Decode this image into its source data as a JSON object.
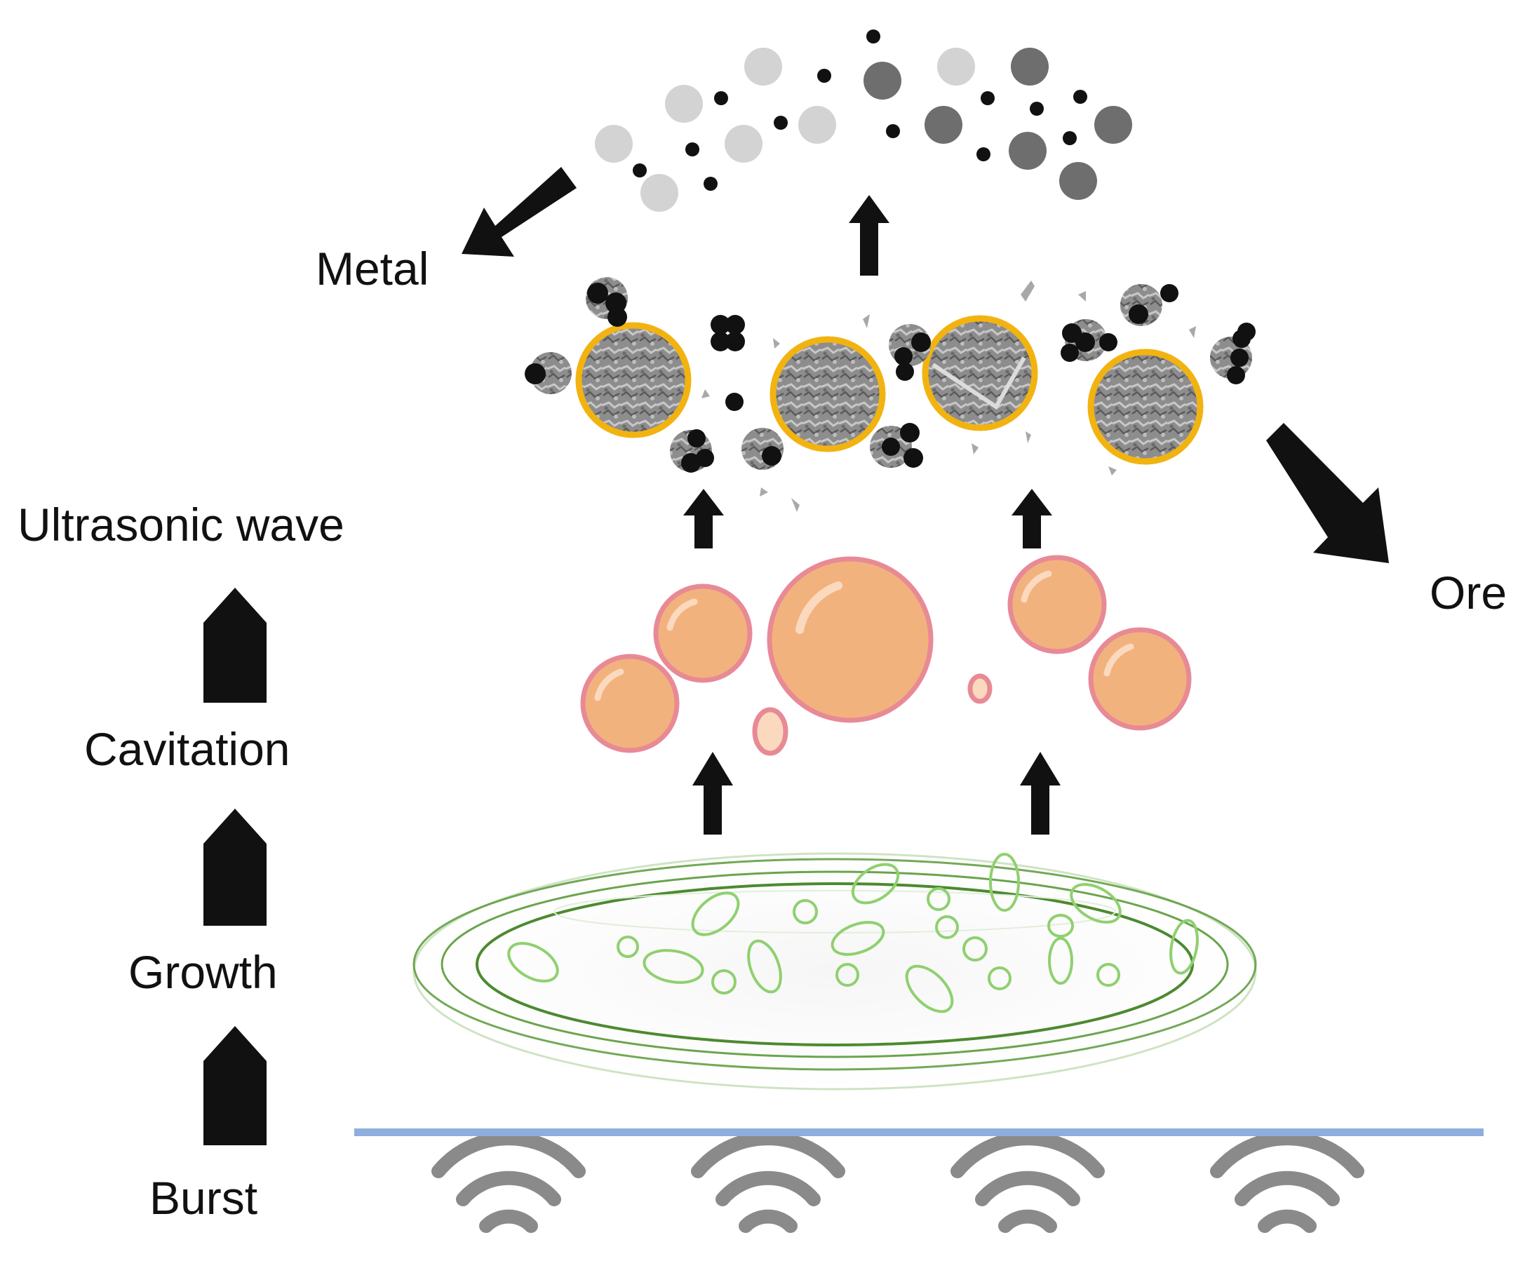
{
  "labels": {
    "ultrasonic": "Ultrasonic wave",
    "cavitation": "Cavitation",
    "growth": "Growth",
    "burst": "Burst",
    "metal": "Metal",
    "ore": "Ore"
  },
  "colors": {
    "arrow": "#111111",
    "bubble_fill": "#f2b27e",
    "bubble_stroke": "#e88a95",
    "ring_highlight": "#f2b311",
    "ore_rock": "#8a8a8a",
    "wave": "#888888",
    "baseline": "#8eaee0",
    "dish": "#5a9a3a",
    "dish_bubbles": "#8fd06f",
    "metal_light": "#cfcfcf",
    "metal_dark": "#6e6e6e"
  },
  "icons": [
    "wave-icon",
    "bubble-icon",
    "rock-particle-icon",
    "arrow-icon"
  ]
}
